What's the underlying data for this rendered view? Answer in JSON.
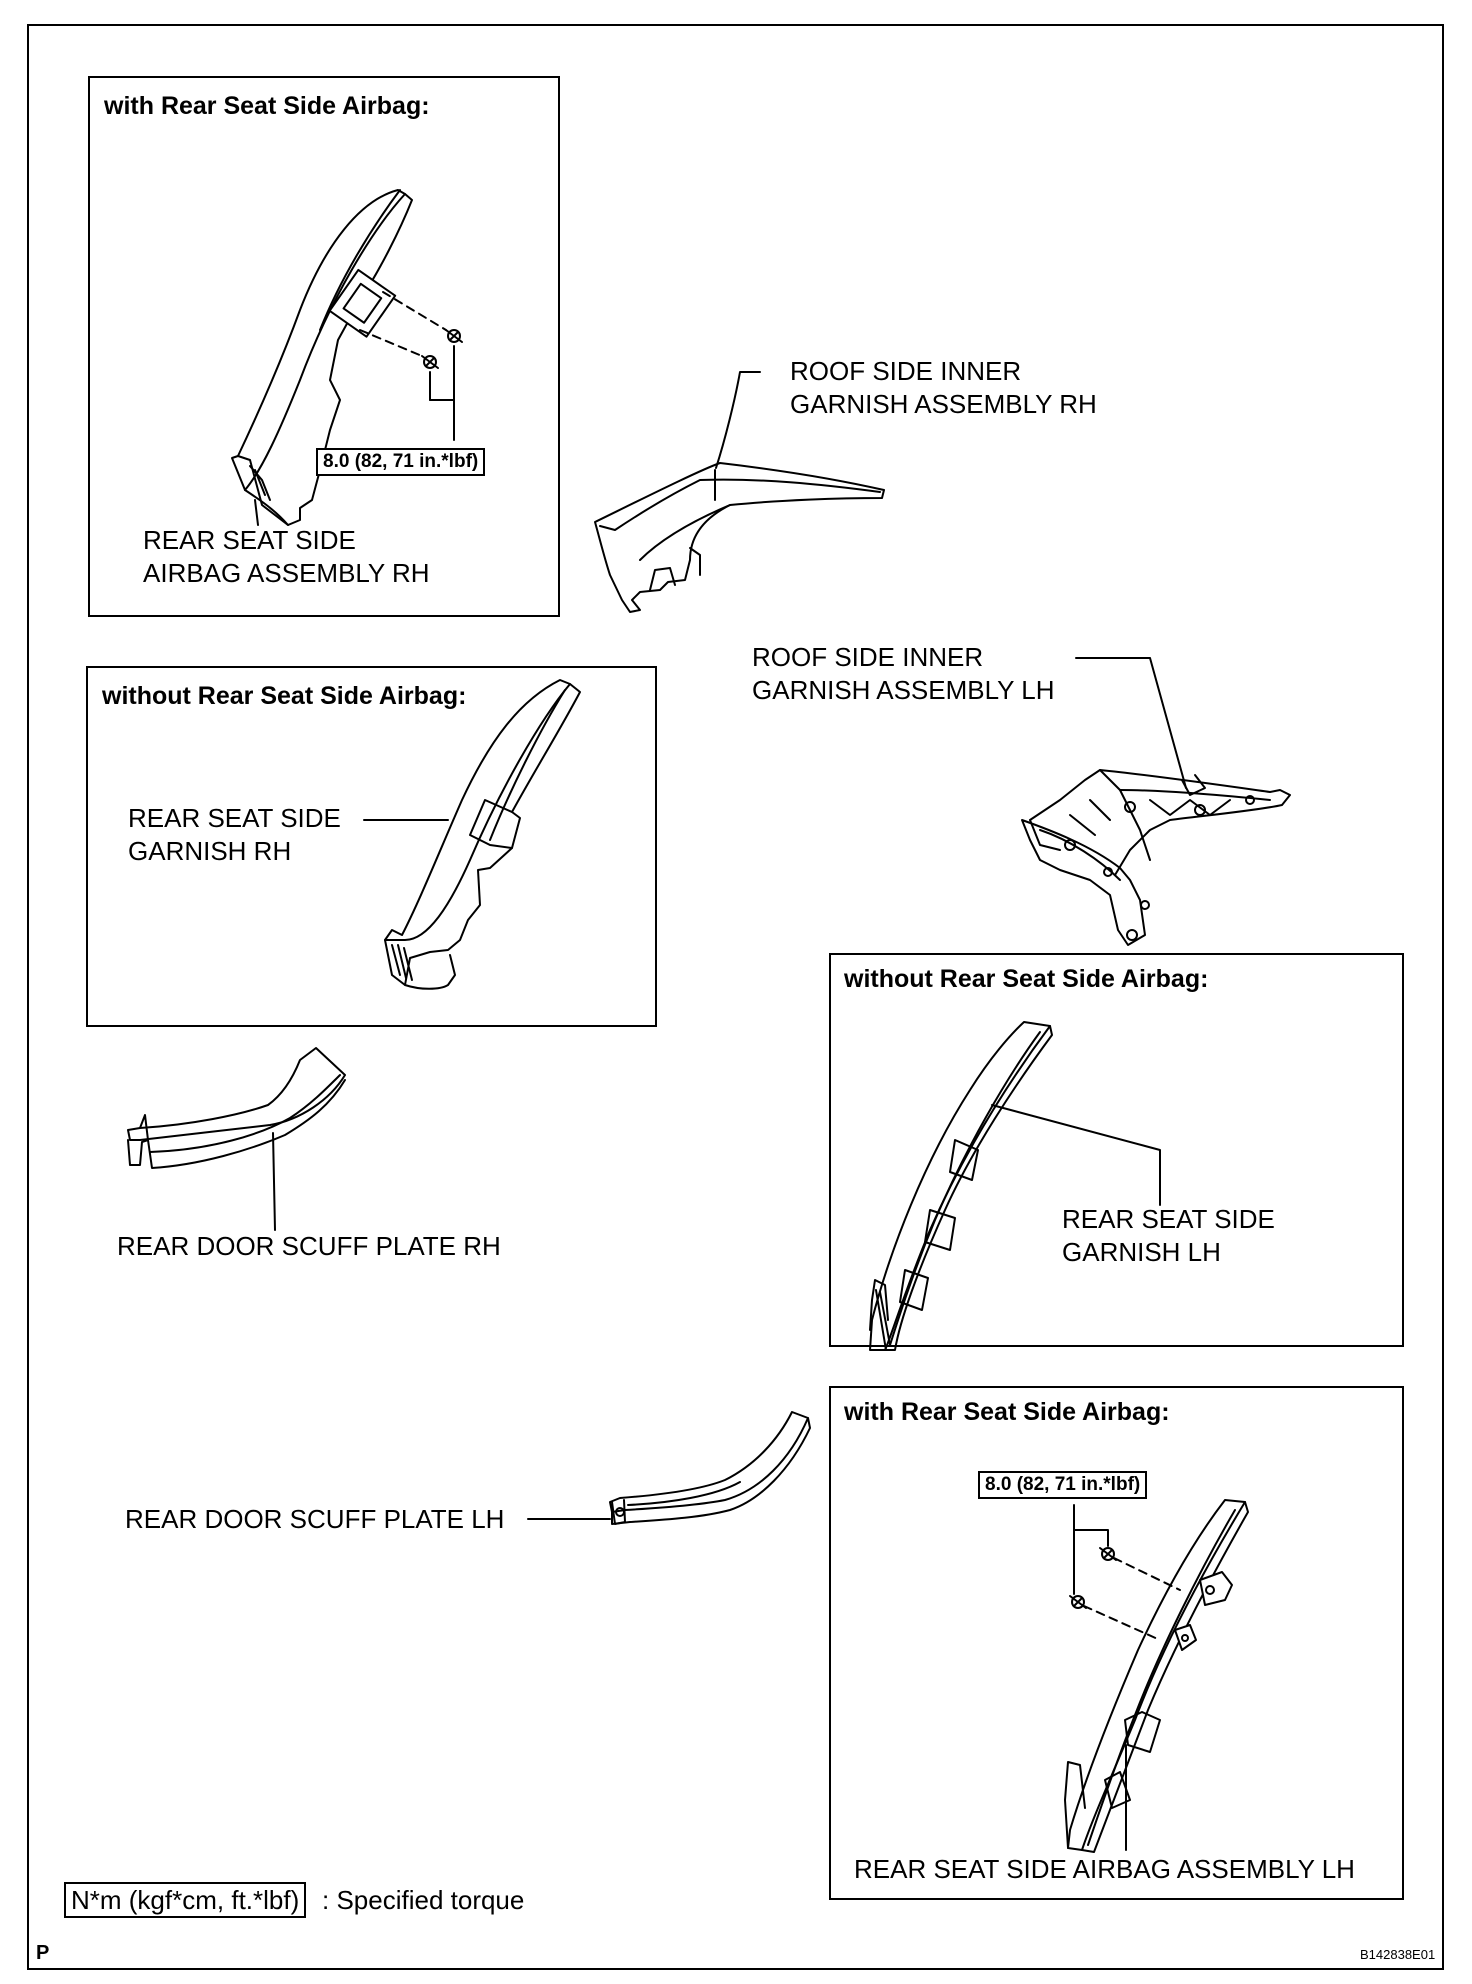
{
  "boxes": [
    {
      "id": "rh-with-airbag",
      "title_prefix": "with",
      "title_rest": " Rear Seat Side Airbag:"
    },
    {
      "id": "rh-without-airbag",
      "title_prefix": "without",
      "title_rest": " Rear Seat Side Airbag:"
    },
    {
      "id": "lh-without-airbag",
      "title_prefix": "without",
      "title_rest": " Rear Seat Side Airbag:"
    },
    {
      "id": "lh-with-airbag",
      "title_prefix": "with",
      "title_rest": " Rear Seat Side Airbag:"
    }
  ],
  "labels": {
    "rear_seat_side_airbag_rh": [
      "REAR SEAT SIDE",
      "AIRBAG ASSEMBLY RH"
    ],
    "roof_side_inner_garnish_rh": [
      "ROOF SIDE INNER",
      "GARNISH ASSEMBLY RH"
    ],
    "roof_side_inner_garnish_lh": [
      "ROOF SIDE INNER",
      "GARNISH ASSEMBLY LH"
    ],
    "rear_seat_side_garnish_rh": [
      "REAR SEAT SIDE",
      "GARNISH RH"
    ],
    "rear_seat_side_garnish_lh": [
      "REAR SEAT SIDE",
      "GARNISH LH"
    ],
    "rear_door_scuff_plate_rh": "REAR DOOR SCUFF PLATE RH",
    "rear_door_scuff_plate_lh": "REAR DOOR SCUFF PLATE LH",
    "rear_seat_side_airbag_lh": "REAR SEAT SIDE AIRBAG ASSEMBLY LH"
  },
  "torque_values": [
    "8.0 (82, 71 in.*lbf)",
    "8.0 (82, 71 in.*lbf)"
  ],
  "legend": {
    "box_text": "N*m (kgf*cm, ft.*lbf)",
    "text": ": Specified torque"
  },
  "corner_letter": "P",
  "figure_code": "B142838E01"
}
